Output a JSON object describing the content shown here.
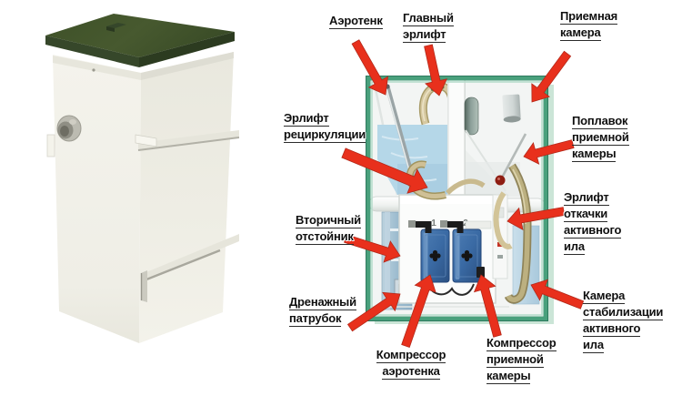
{
  "diagram": {
    "compressor_units": [
      "1",
      "2"
    ],
    "labels": {
      "aerotank": {
        "lines": [
          "Аэротенк"
        ]
      },
      "main_airlift": {
        "lines": [
          "Главный",
          "эрлифт"
        ]
      },
      "receiving_chamber": {
        "lines": [
          "Приемная",
          "камера"
        ]
      },
      "recirculation_airlift": {
        "lines": [
          "Эрлифт",
          "рециркуляции"
        ]
      },
      "receiving_float": {
        "lines": [
          "Поплавок",
          "приемной",
          "камеры"
        ]
      },
      "secondary_settler": {
        "lines": [
          "Вторичный",
          "отстойник"
        ]
      },
      "sludge_airlift": {
        "lines": [
          "Эрлифт",
          "откачки",
          "активного",
          "ила"
        ]
      },
      "drain_pipe": {
        "lines": [
          "Дренажный",
          "патрубок"
        ]
      },
      "stabilization_chamber": {
        "lines": [
          "Камера",
          "стабилизации",
          "активного",
          "ила"
        ]
      },
      "aerotank_compressor": {
        "lines": [
          "Компрессор",
          "аэротенка"
        ]
      },
      "receiving_compressor": {
        "lines": [
          "Компрессор",
          "приемной",
          "камеры"
        ]
      }
    },
    "colors": {
      "arrow": "#e8301c",
      "frame": "#49a07c",
      "lid": "#42552c",
      "water": "#b5d7e8",
      "compressor": "#3a6aa4"
    }
  }
}
